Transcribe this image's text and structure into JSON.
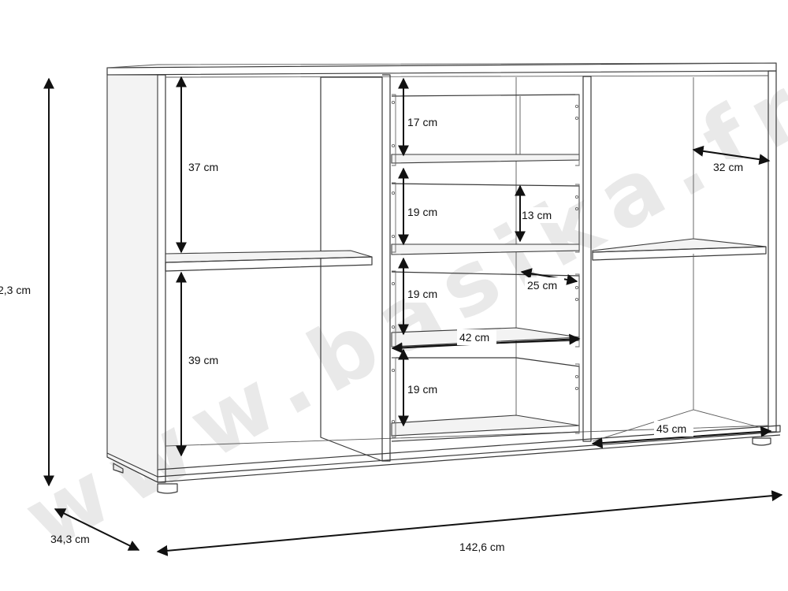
{
  "watermark": "www.basika.fr",
  "colors": {
    "line": "#3a3a3a",
    "dimension": "#111111",
    "watermark": "#e9e9e9"
  },
  "dimensions": {
    "total_height": "2,3 cm",
    "depth": "34,3 cm",
    "total_width": "142,6 cm",
    "left_upper_shelf": "37 cm",
    "left_lower_shelf": "39 cm",
    "drawer_1_height": "17 cm",
    "drawer_2_height": "19 cm",
    "drawer_2_inner_height": "13 cm",
    "drawer_3_height": "19 cm",
    "drawer_depth": "25 cm",
    "drawer_width": "42 cm",
    "drawer_4_height": "19 cm",
    "right_shelf_depth": "32 cm",
    "right_width": "45 cm"
  }
}
